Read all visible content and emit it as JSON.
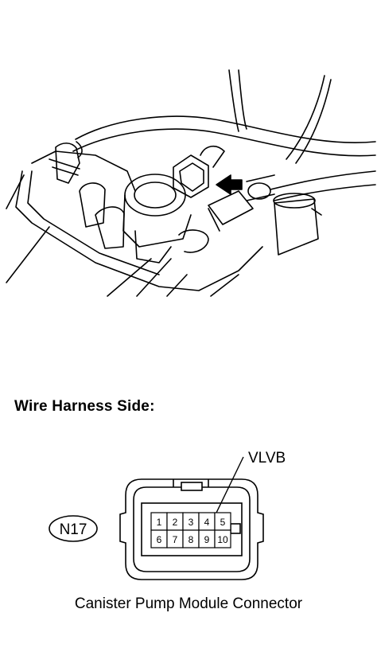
{
  "heading": "Wire Harness Side:",
  "connector": {
    "code": "N17",
    "callout": "VLVB",
    "pins_top": [
      "1",
      "2",
      "3",
      "4",
      "5"
    ],
    "pins_bottom": [
      "6",
      "7",
      "8",
      "9",
      "10"
    ],
    "caption": "Canister Pump Module Connector"
  },
  "icons": {
    "illustration": "engine-bay-canister-pump-drawing",
    "arrow": "left-arrow-icon"
  }
}
